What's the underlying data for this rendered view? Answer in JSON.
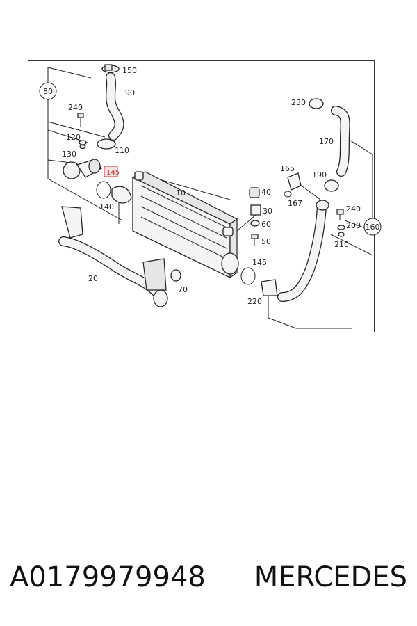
{
  "labels": {
    "l150": "150",
    "l90": "90",
    "l80": "80",
    "l240a": "240",
    "l120": "120",
    "l110": "110",
    "l130": "130",
    "l145a": "145",
    "l140": "140",
    "l10": "10",
    "l20": "20",
    "l70": "70",
    "l40": "40",
    "l30": "30",
    "l60": "60",
    "l50": "50",
    "l145b": "145",
    "l220": "220",
    "l230": "230",
    "l170": "170",
    "l165": "165",
    "l190": "190",
    "l167": "167",
    "l240b": "240",
    "l200": "200",
    "l210": "210",
    "l160": "160"
  },
  "caption": {
    "part_number": "A0179979948",
    "brand": "MERCEDES"
  },
  "colors": {
    "highlight": "#c03a3a",
    "line": "#222222"
  }
}
